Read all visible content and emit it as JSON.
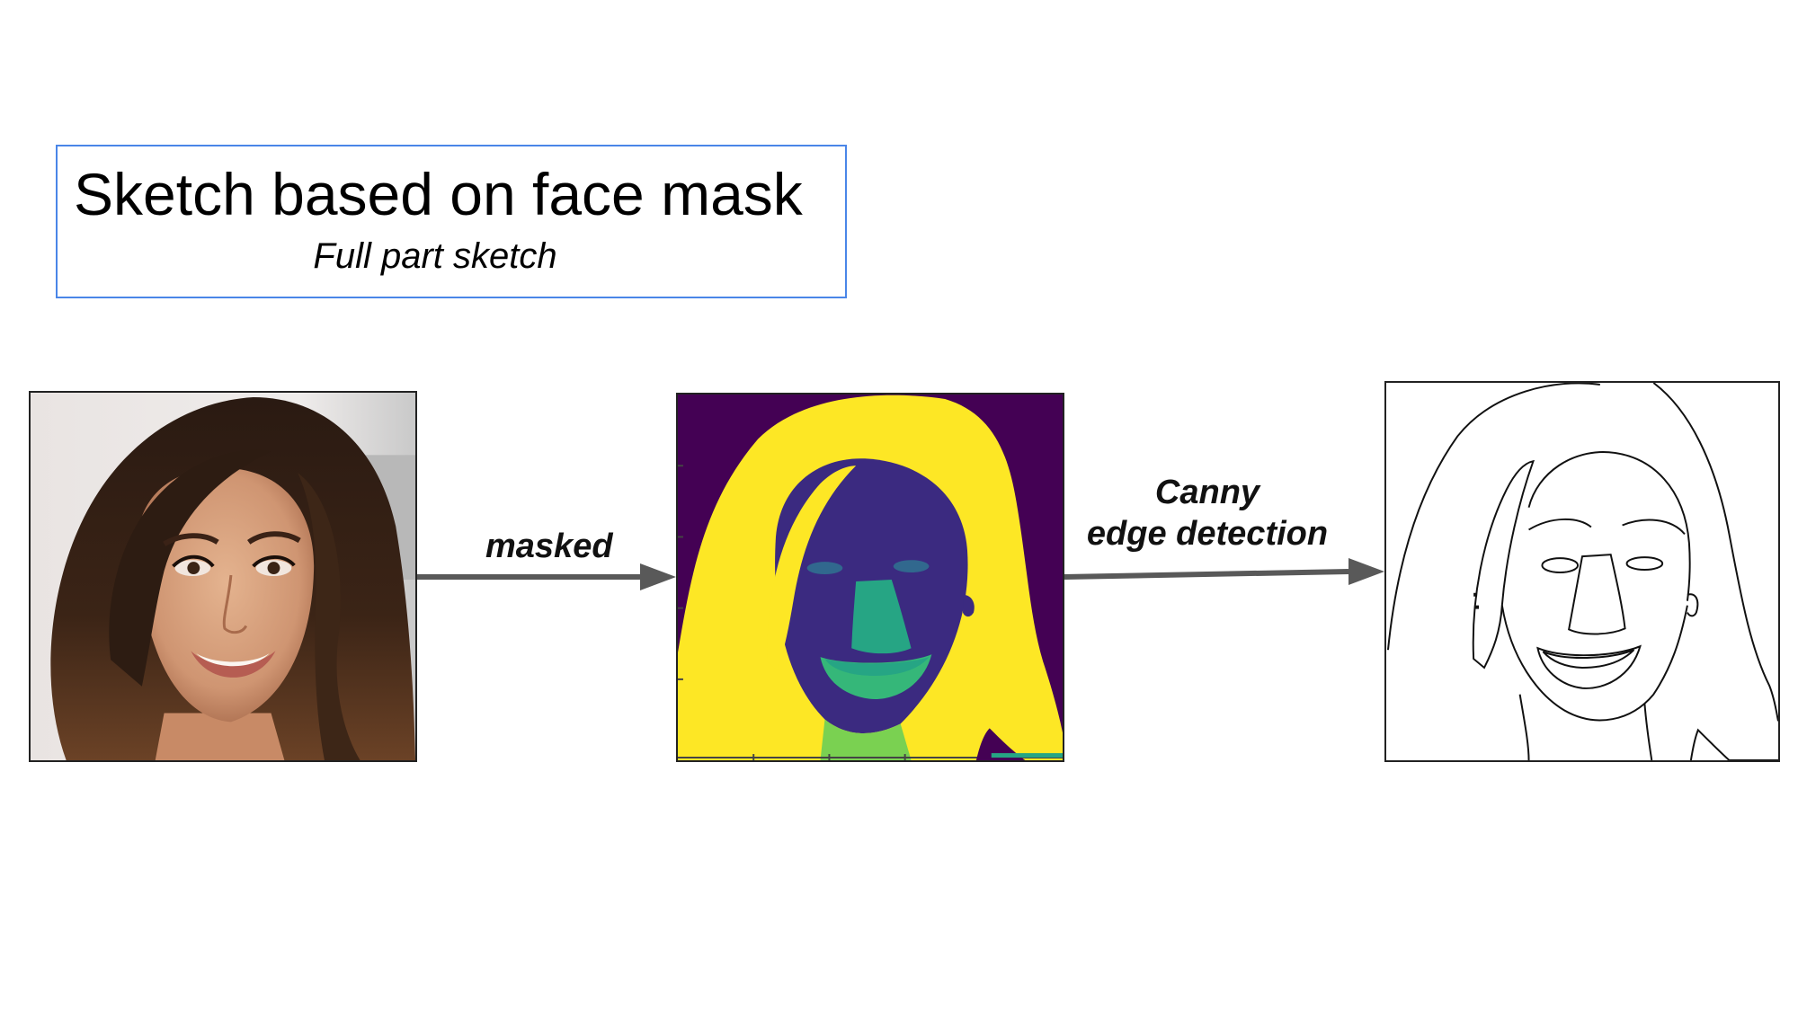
{
  "title": {
    "main": "Sketch based on face mask",
    "sub": "Full part sketch"
  },
  "arrows": {
    "first_label": "masked",
    "second_label_line1": "Canny",
    "second_label_line2": "edge detection"
  },
  "colors": {
    "box_border": "#4a86e8",
    "arrow": "#595959",
    "mask_background": "#440154",
    "mask_hair": "#fde725",
    "mask_skin": "#3b2a80",
    "mask_nose": "#26a584",
    "mask_mouth": "#35b779",
    "mask_neck": "#7ad151",
    "mask_brows": "#31688e"
  }
}
